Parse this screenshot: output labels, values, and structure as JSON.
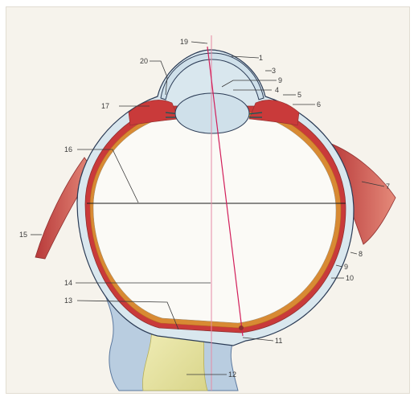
{
  "figure": {
    "colors": {
      "background": "#f6f3ec",
      "sclera": "#d9e7ee",
      "choroid": "#c93a3a",
      "retina": "#d88a33",
      "muscle": "#c84b4b",
      "lens": "#cfe0ea",
      "optic_nerve": "#e9e7a6",
      "nerve_sheath": "#8fb0cf",
      "visual_axis": "#d21e5a",
      "optic_axis": "#e68aa5",
      "outline": "#2b3b55"
    },
    "labels": [
      {
        "id": "l1",
        "text": "1"
      },
      {
        "id": "l3",
        "text": "3"
      },
      {
        "id": "l4",
        "text": "4"
      },
      {
        "id": "l5",
        "text": "5"
      },
      {
        "id": "l6",
        "text": "6"
      },
      {
        "id": "l7",
        "text": "7"
      },
      {
        "id": "l8",
        "text": "8"
      },
      {
        "id": "l9",
        "text": "9"
      },
      {
        "id": "l10",
        "text": "10"
      },
      {
        "id": "l11",
        "text": "11"
      },
      {
        "id": "l12",
        "text": "12"
      },
      {
        "id": "l13",
        "text": "13"
      },
      {
        "id": "l14",
        "text": "14"
      },
      {
        "id": "l15",
        "text": "15"
      },
      {
        "id": "l16",
        "text": "16"
      },
      {
        "id": "l17",
        "text": "17"
      },
      {
        "id": "l19",
        "text": "19"
      },
      {
        "id": "l20",
        "text": "20"
      }
    ]
  }
}
